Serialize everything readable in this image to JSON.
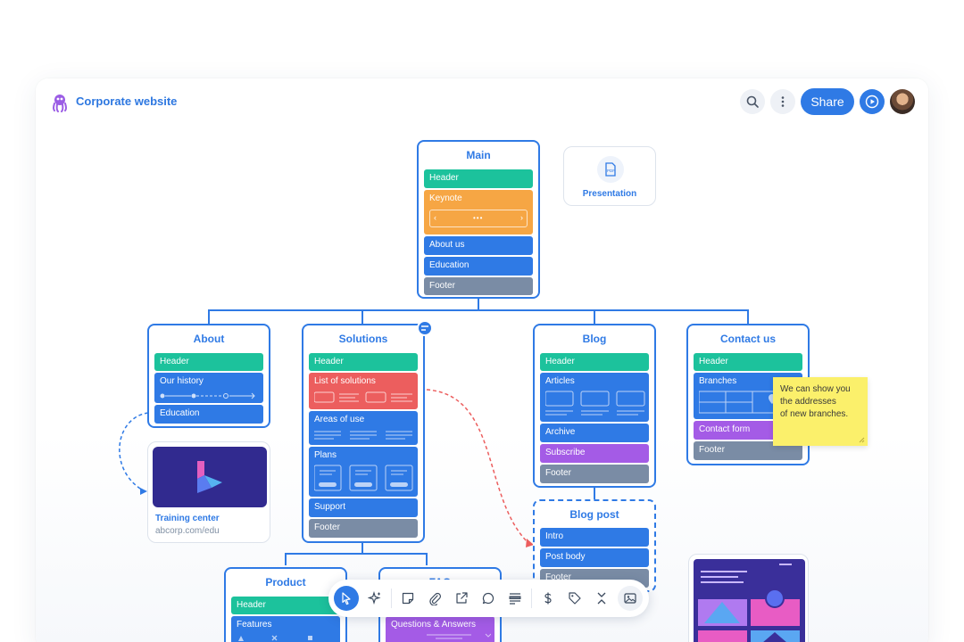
{
  "header": {
    "title": "Corporate website",
    "share_label": "Share"
  },
  "nodes": {
    "main": {
      "title": "Main",
      "sections": [
        "Header",
        "Keynote",
        "About us",
        "Education",
        "Footer"
      ]
    },
    "about": {
      "title": "About",
      "sections": [
        "Header",
        "Our history",
        "Education"
      ]
    },
    "solutions": {
      "title": "Solutions",
      "sections": [
        "Header",
        "List of solutions",
        "Areas of use",
        "Plans",
        "Support",
        "Footer"
      ]
    },
    "blog": {
      "title": "Blog",
      "sections": [
        "Header",
        "Articles",
        "Archive",
        "Subscribe",
        "Footer"
      ]
    },
    "contact": {
      "title": "Contact us",
      "sections": [
        "Header",
        "Branches",
        "Contact form",
        "Footer"
      ]
    },
    "blog_post": {
      "title": "Blog post",
      "sections": [
        "Intro",
        "Post body",
        "Footer"
      ]
    },
    "product": {
      "title": "Product",
      "sections": [
        "Header",
        "Features"
      ]
    },
    "faq": {
      "title": "FAQ",
      "sections": [
        "Questions & Answers"
      ]
    }
  },
  "presentation_card": {
    "label": "Presentation",
    "icon_text": "PDF"
  },
  "training_card": {
    "title": "Training center",
    "url": "abcorp.com/edu"
  },
  "sticky_note": {
    "text_lines": [
      "We can show you",
      "the addresses",
      "of new branches."
    ]
  },
  "colors": {
    "accent": "#2f7ae5",
    "teal": "#1cc29c",
    "orange": "#f6a644",
    "grey": "#7a8ca5",
    "red": "#ec5e5e",
    "purple": "#a45be6",
    "sticky": "#fbf06b"
  },
  "toolbar": {
    "icons": [
      "cursor-icon",
      "ai-sparkle-icon",
      "sticky-note-icon",
      "attachment-icon",
      "link-out-icon",
      "comment-icon",
      "layout-icon",
      "dollar-icon",
      "tag-icon",
      "collapse-icon",
      "image-icon"
    ]
  }
}
